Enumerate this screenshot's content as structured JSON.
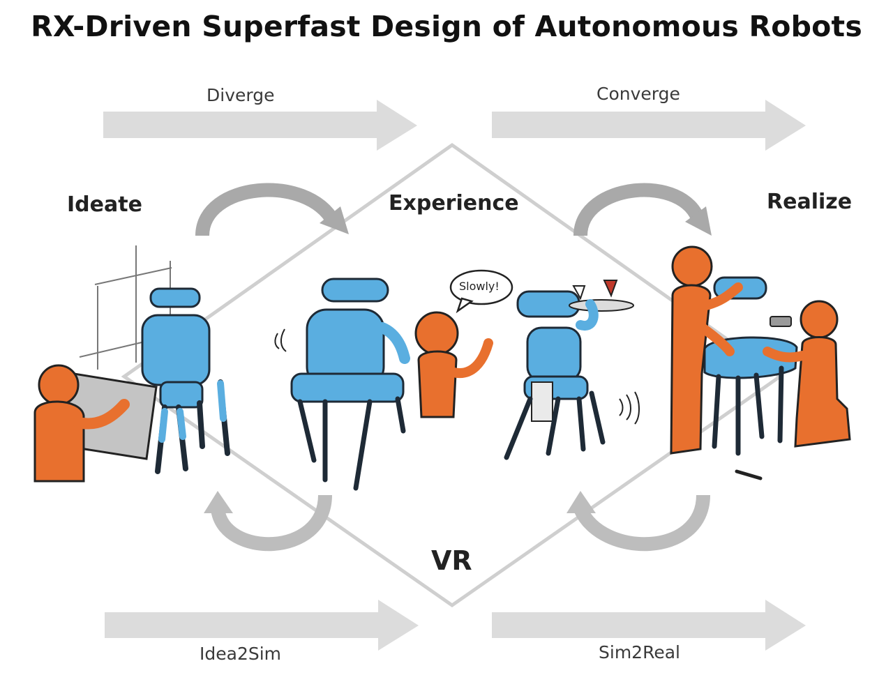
{
  "title": "RX-Driven Superfast Design of Autonomous Robots",
  "flows": {
    "diverge": "Diverge",
    "converge": "Converge",
    "idea2sim": "Idea2Sim",
    "sim2real": "Sim2Real"
  },
  "stages": {
    "ideate": "Ideate",
    "experience": "Experience",
    "realize": "Realize",
    "vr": "VR"
  },
  "speech_bubble": "Slowly!",
  "colors": {
    "robot_blue": "#5aaee0",
    "human_orange": "#e8702e",
    "arrow_gray": "#d8d8d8",
    "cycle_gray": "#a8a8a8"
  }
}
